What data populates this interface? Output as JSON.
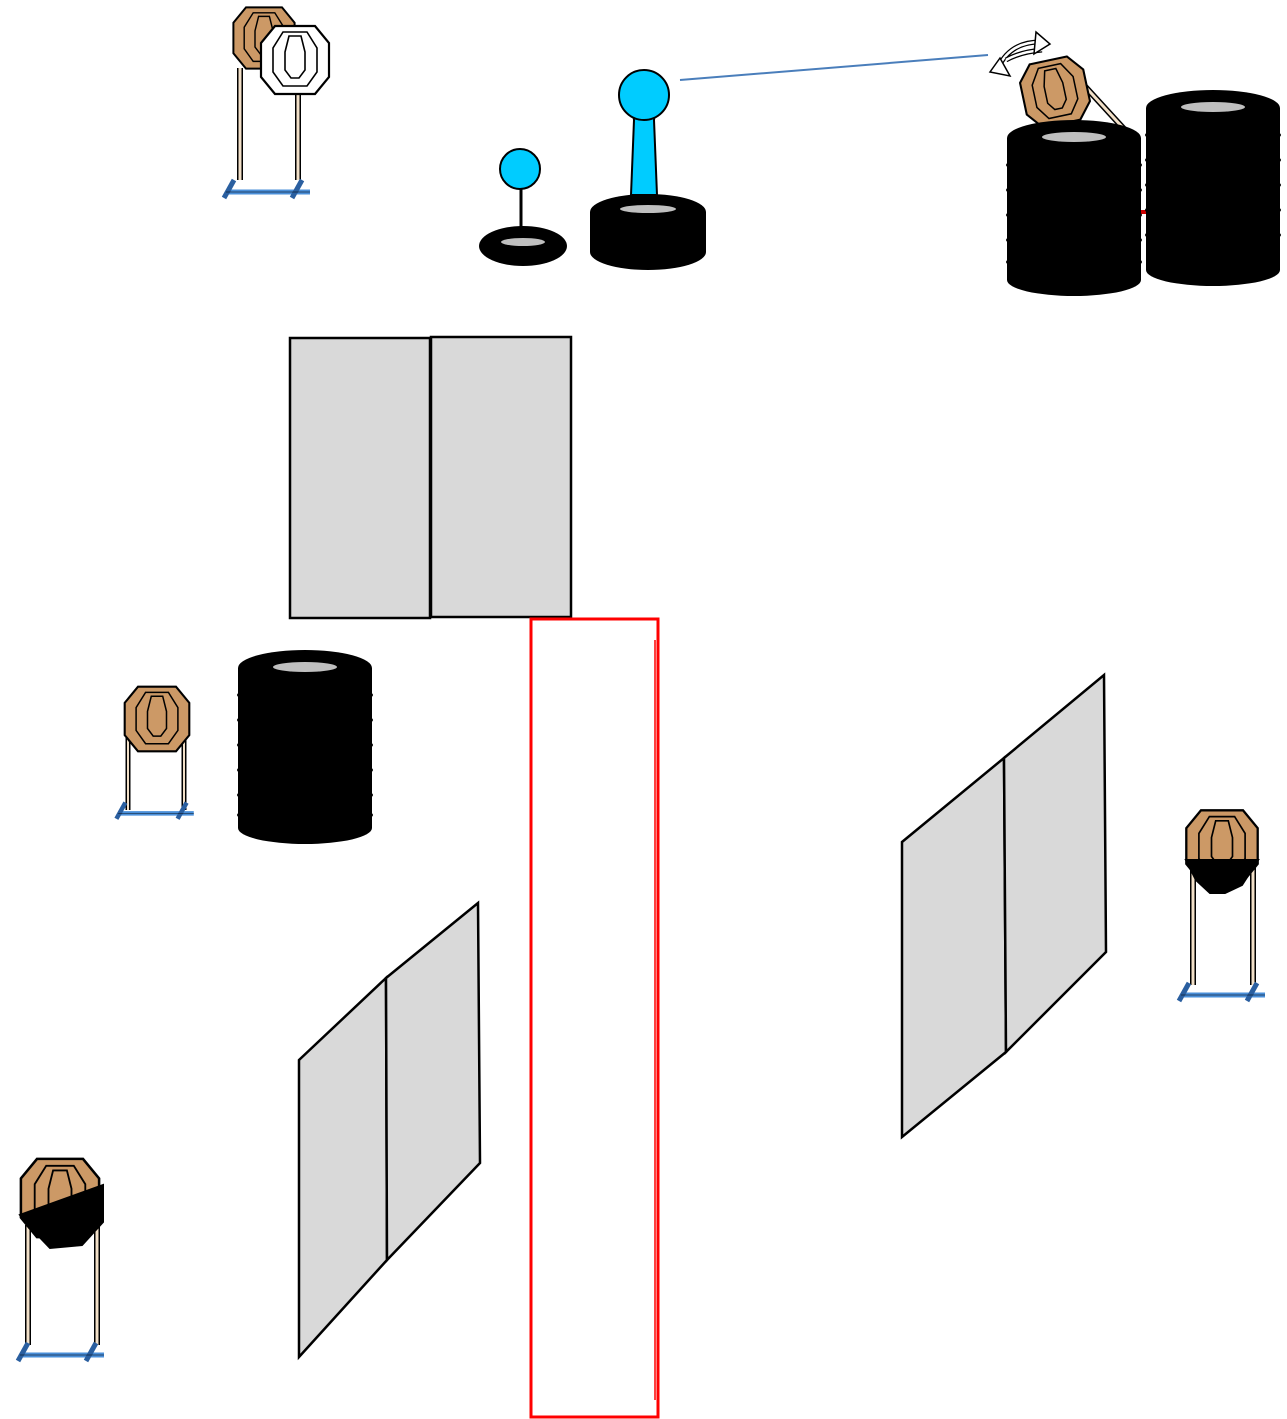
{
  "diagram": {
    "kind": "shooting-stage-layout",
    "colors": {
      "target": "#cc9966",
      "no_shoot": "#ffffff",
      "popper": "#00ccff",
      "barrel": "#000000",
      "tire_hole": "#bfbfbf",
      "wall": "#d9d9d9",
      "shooting_area": "#ff0000",
      "stand_base": "#4a8fd9",
      "activation_line": "#4a7ebb",
      "stick": "#f2e0c8"
    },
    "elements": [
      {
        "type": "target-on-stand",
        "with_no_shoot": true
      },
      {
        "type": "mini-popper-on-tire"
      },
      {
        "type": "popper-on-tire-stack"
      },
      {
        "type": "activation-line",
        "from": "popper",
        "to": "swinging-target"
      },
      {
        "type": "swinging-target",
        "icon": "rotate-arrows"
      },
      {
        "type": "barrel-stack",
        "count": 2
      },
      {
        "type": "wall",
        "panels": 2
      },
      {
        "type": "shooting-area"
      },
      {
        "type": "target-on-stand"
      },
      {
        "type": "barrel-stack"
      },
      {
        "type": "wall-angled",
        "panels": 2
      },
      {
        "type": "partial-target-on-stand"
      },
      {
        "type": "wall-angled",
        "panels": 2
      },
      {
        "type": "partial-target-on-stand"
      }
    ]
  }
}
